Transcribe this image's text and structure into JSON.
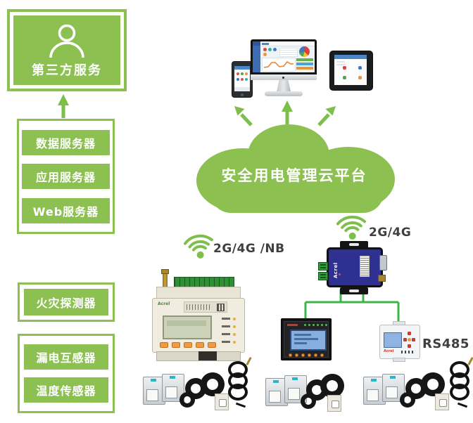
{
  "diagram": {
    "third_party": {
      "label": "第三方服务"
    },
    "servers": {
      "items": [
        {
          "label": "数据服务器"
        },
        {
          "label": "应用服务器"
        },
        {
          "label": "Web服务器"
        }
      ]
    },
    "fire": {
      "label": "火灾探测器"
    },
    "sensors": {
      "items": [
        {
          "label": "漏电互感器"
        },
        {
          "label": "温度传感器"
        }
      ]
    },
    "cloud": {
      "label": "安全用电管理云平台"
    },
    "wireless": {
      "left_label": "2G/4G /NB",
      "right_label": "2G/4G"
    },
    "bus": {
      "label": "RS485"
    },
    "devices": {
      "brand": "Acrel"
    }
  },
  "colors": {
    "box_green": "#8cc152",
    "wifi_green": "#7dbf4a",
    "line_green": "#3fb44a",
    "gateway_blue": "#2e3192",
    "label_text": "#3f3f3f"
  }
}
